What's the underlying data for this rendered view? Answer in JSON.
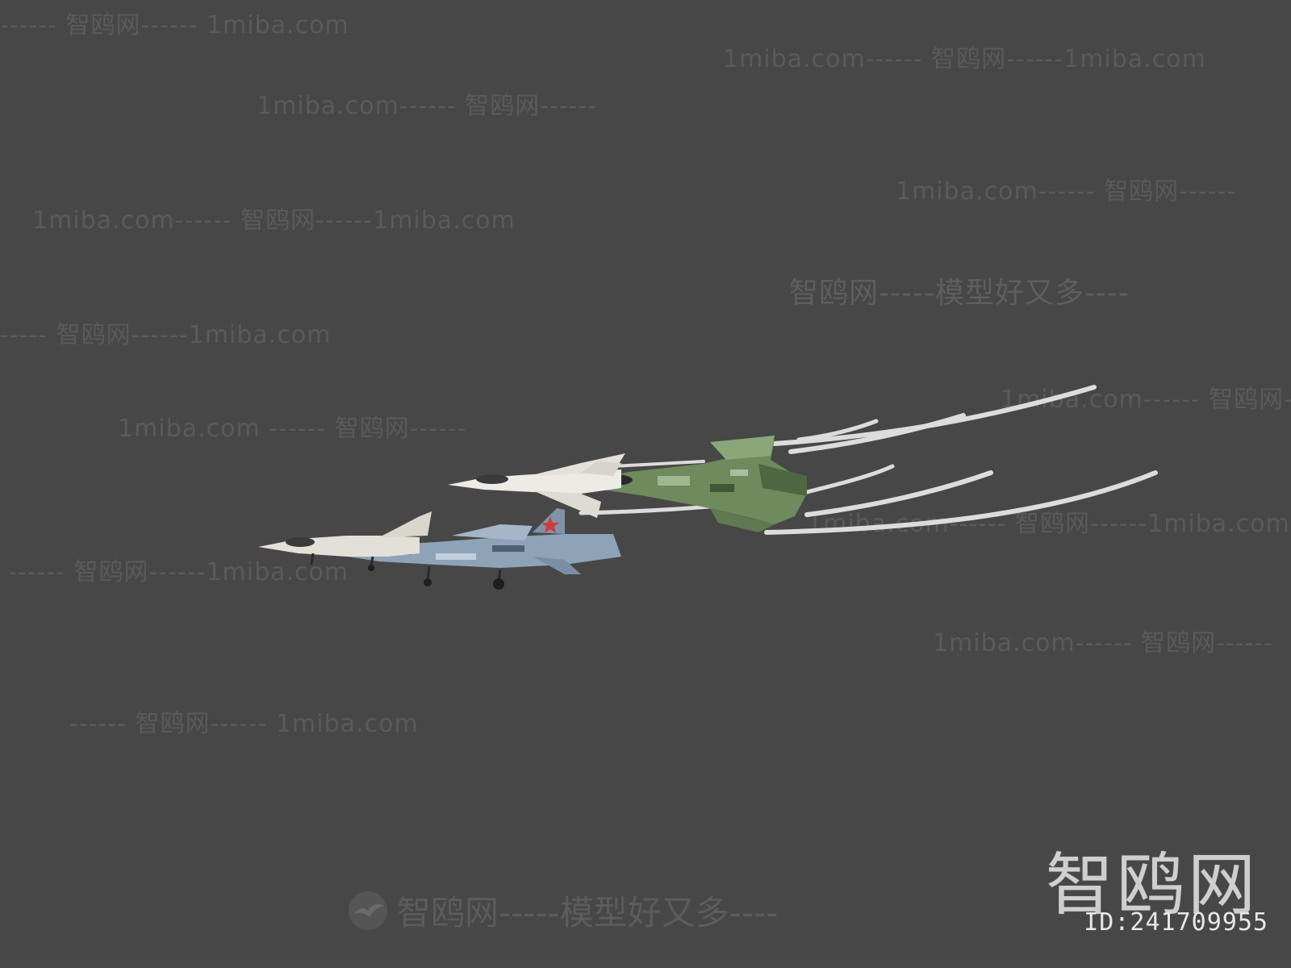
{
  "background_color": "#474747",
  "watermarks": {
    "brand": "智鸥网",
    "domain": "1miba.com",
    "dash_long": "------",
    "tagline": "模型好又多",
    "lines": [
      "------ 智鸥网------ 1miba.com",
      "1miba.com------ 智鸥网------1miba.com",
      "1miba.com------ 智鸥网------",
      "1miba.com------ 智鸥网------",
      "1miba.com------ 智鸥网------1miba.com",
      "智鸥网-----模型好又多----",
      "----- 智鸥网------1miba.com",
      "1miba.com------ 智鸥网-",
      "1miba.com ------ 智鸥网------",
      "1miba.com------ 智鸥网------1miba.com",
      "------ 智鸥网------1miba.com",
      "1miba.com------ 智鸥网------",
      "------ 智鸥网------ 1miba.com"
    ],
    "footer": "智鸥网-----模型好又多----"
  },
  "brand_logo": {
    "text": "智鸥网",
    "icon": "seagull-icon"
  },
  "image_id": "ID:241709955",
  "subjects": [
    {
      "name": "white-jet-rear",
      "livery": "white"
    },
    {
      "name": "white-jet-front",
      "livery": "white"
    },
    {
      "name": "blue-camo-jet",
      "livery": "blue camouflage",
      "insignia": "red-star-icon"
    },
    {
      "name": "green-camo-jet",
      "livery": "green camouflage"
    },
    {
      "name": "smoke-trails",
      "color": "#d9d9d9",
      "count": 7
    }
  ]
}
